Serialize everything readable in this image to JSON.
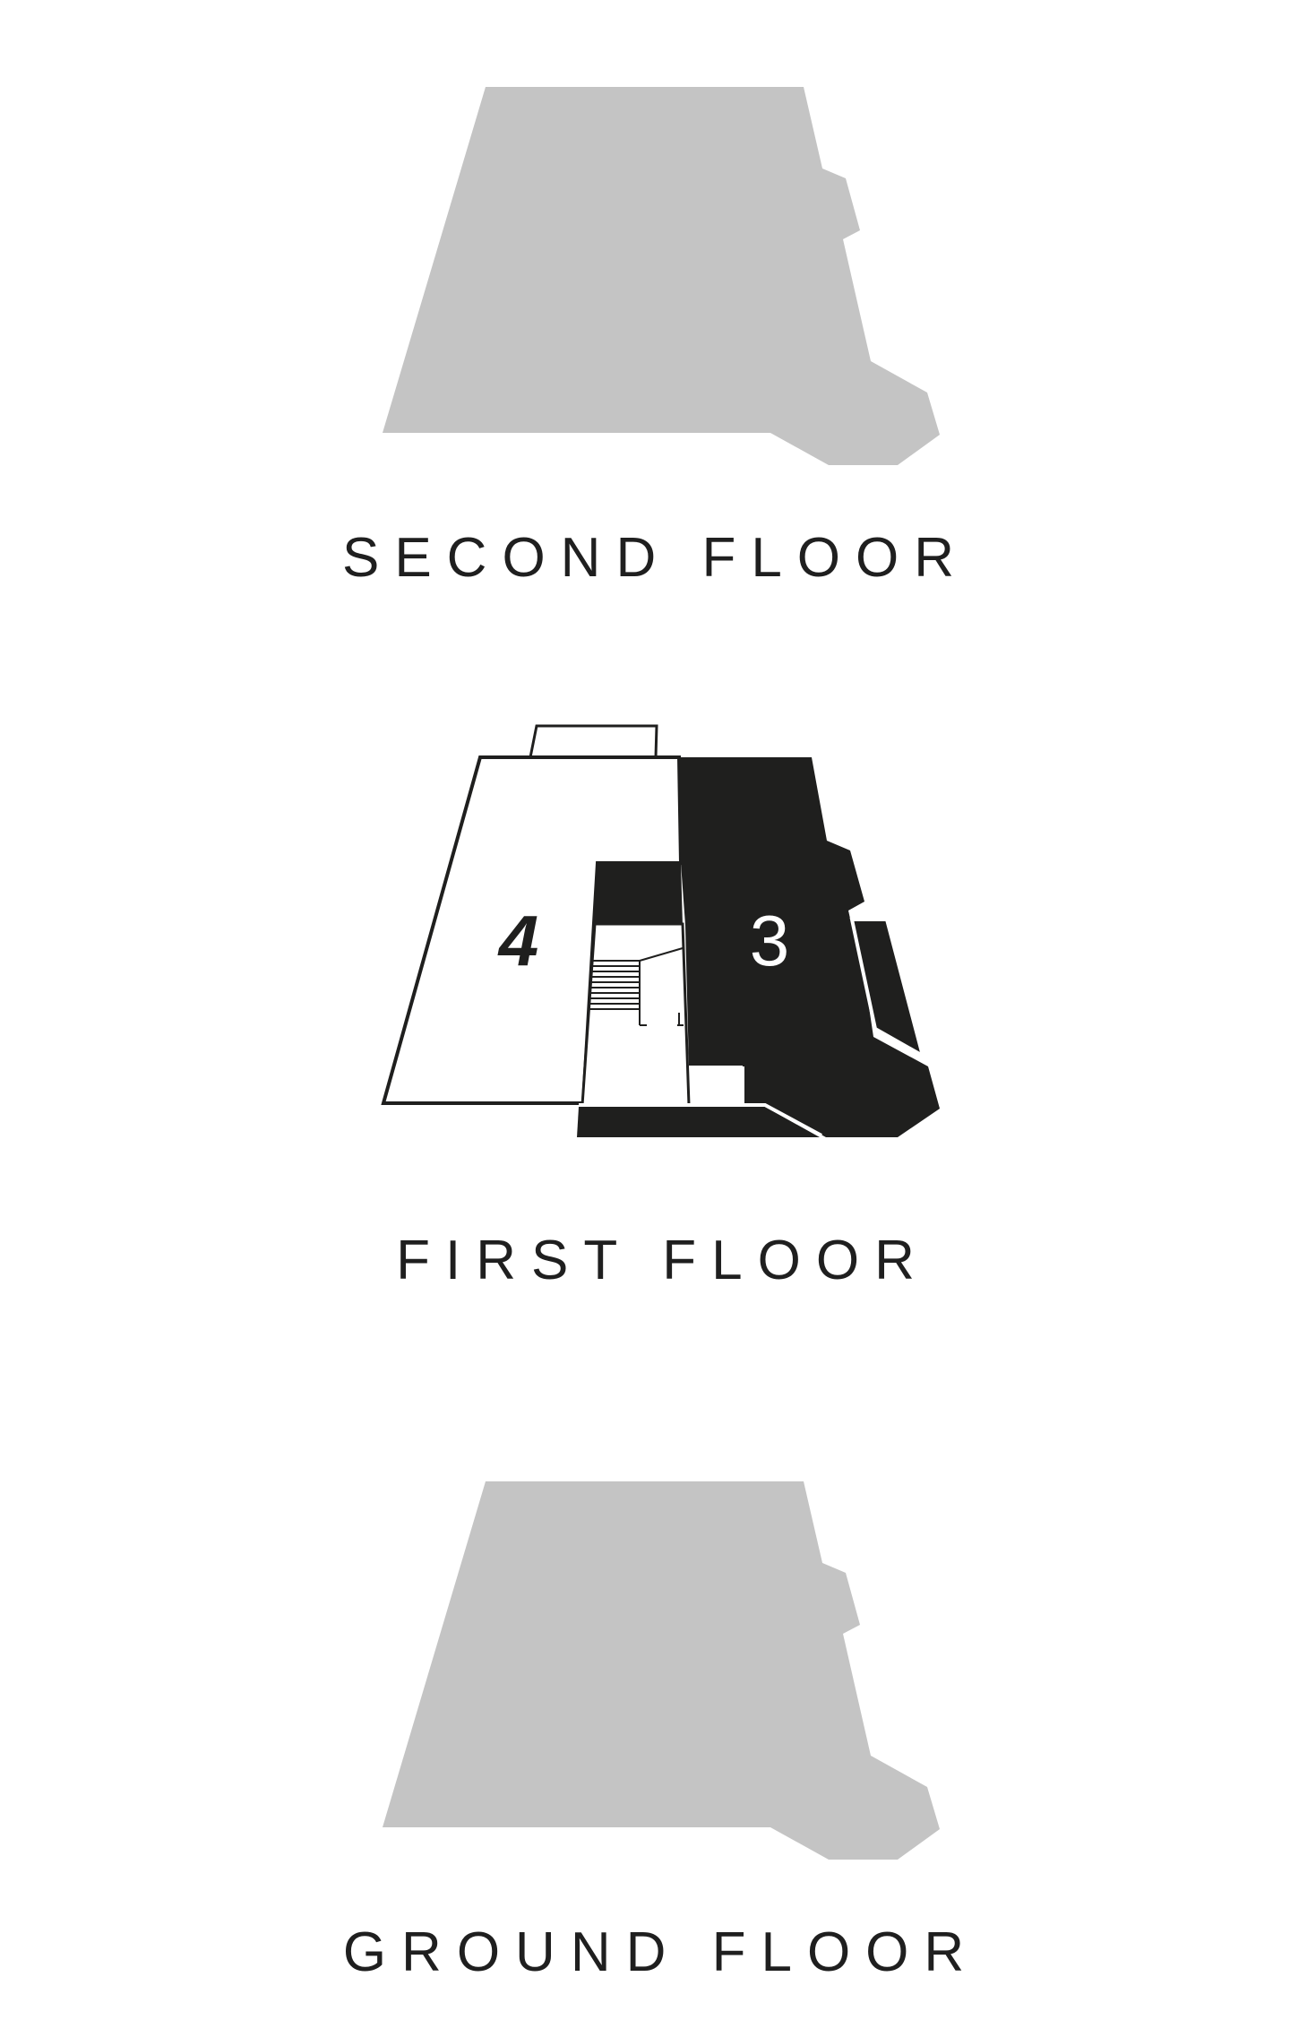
{
  "floors": {
    "second": {
      "label": "SECOND FLOOR",
      "state": "inactive"
    },
    "first": {
      "label": "FIRST FLOOR",
      "state": "active",
      "units": [
        {
          "number": "4",
          "fill": "outline"
        },
        {
          "number": "3",
          "fill": "solid"
        }
      ]
    },
    "ground": {
      "label": "GROUND FLOOR",
      "state": "inactive"
    }
  },
  "colors": {
    "inactive_floor": "#c4c4c4",
    "solid_unit": "#1f1f1e",
    "outline": "#1f1f1e",
    "background": "#ffffff"
  }
}
